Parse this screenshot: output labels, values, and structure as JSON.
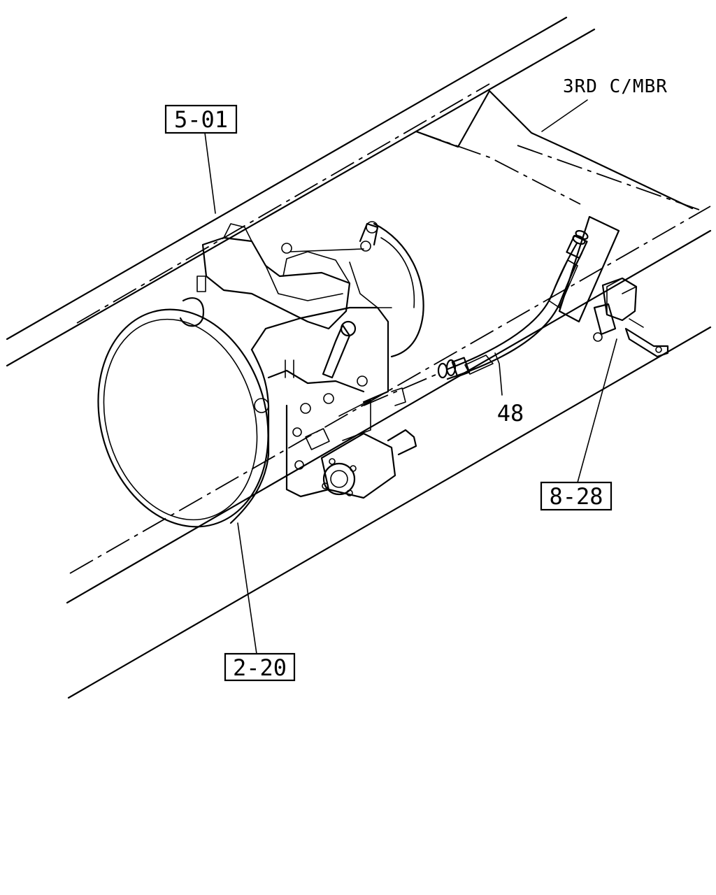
{
  "diagram": {
    "callouts": {
      "ref_5_01": "5-01",
      "ref_2_20": "2-20",
      "ref_8_28": "8-28",
      "part_48": "48"
    },
    "annotations": {
      "third_crossmember": "3RD C/MBR"
    }
  }
}
